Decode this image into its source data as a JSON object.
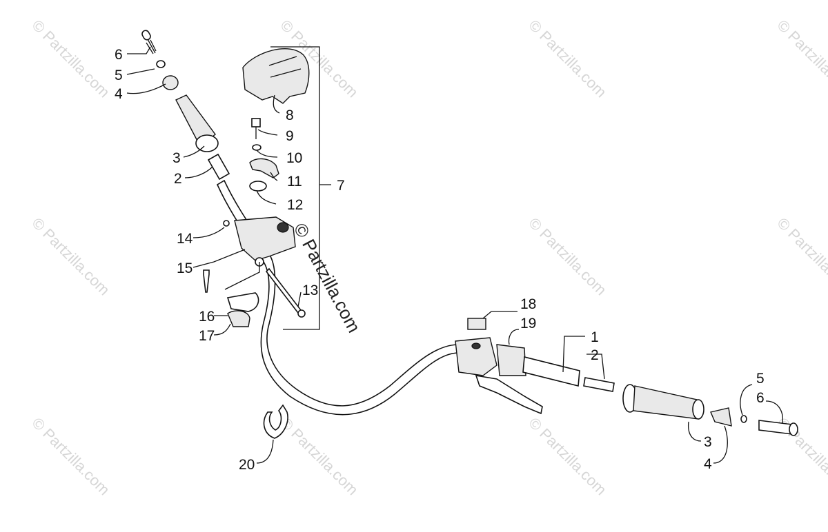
{
  "watermark": {
    "text": "© Partzilla.com",
    "center_text": "© Partzilla.com"
  },
  "callouts": {
    "c1": "1",
    "c2_right": "2",
    "c2_left": "2",
    "c3_left": "3",
    "c3_right": "3",
    "c4_left": "4",
    "c4_right": "4",
    "c5_left": "5",
    "c5_right": "5",
    "c6_left": "6",
    "c6_right": "6",
    "c7": "7",
    "c8": "8",
    "c9": "9",
    "c10": "10",
    "c11": "11",
    "c12": "12",
    "c13": "13",
    "c14": "14",
    "c15": "15",
    "c16": "16",
    "c17": "17",
    "c18": "18",
    "c19": "19",
    "c20": "20"
  }
}
